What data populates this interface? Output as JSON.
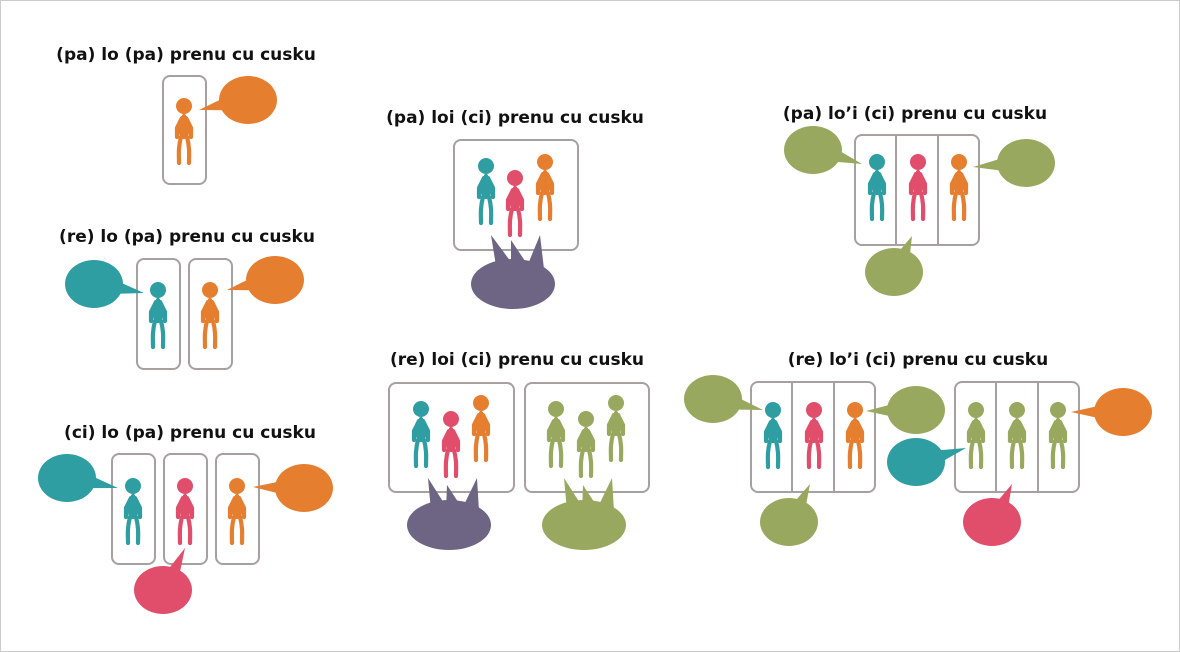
{
  "colors": {
    "teal": "#2e9ea3",
    "pink": "#e04e6c",
    "orange": "#e67e30",
    "olive": "#98a95f",
    "purple": "#6e6584",
    "frame": "#a8a0a0",
    "border": "#cccccc"
  },
  "panels": {
    "pa_lo_pa": {
      "caption": "(pa) lo (pa) prenu cu cusku"
    },
    "re_lo_pa": {
      "caption": "(re) lo (pa) prenu cu cusku"
    },
    "ci_lo_pa": {
      "caption": "(ci) lo (pa) prenu cu cusku"
    },
    "pa_loi_ci": {
      "caption": "(pa) loi (ci) prenu cu cusku"
    },
    "re_loi_ci": {
      "caption": "(re) loi (ci) prenu cu cusku"
    },
    "pa_loi2_ci": {
      "caption": "(pa) lo’i (ci) prenu cu cusku"
    },
    "re_loi2_ci": {
      "caption": "(re) lo’i (ci) prenu cu cusku"
    }
  }
}
